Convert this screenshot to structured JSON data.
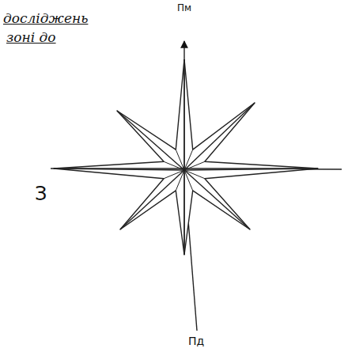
{
  "diagram": {
    "labels": [
      "досліджень",
      "зоні до",
      "Пм",
      "З",
      "Пд"
    ]
  }
}
